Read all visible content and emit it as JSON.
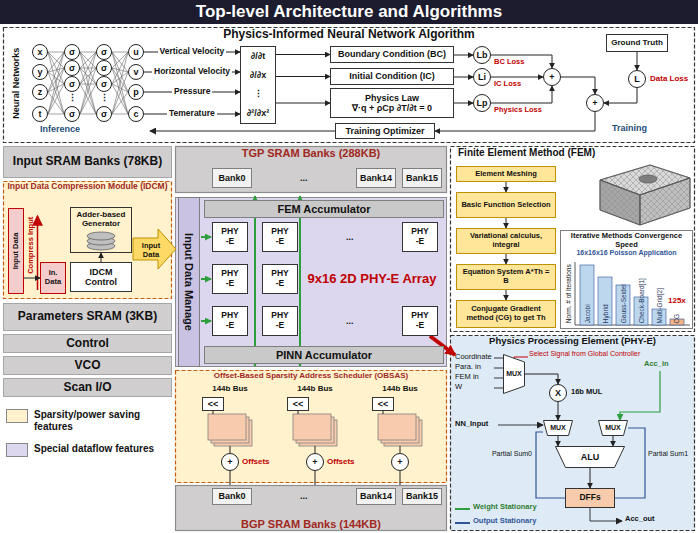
{
  "diagram": {
    "title": "Top-level Architecture and Algorithms",
    "nodes": [
      {
        "text": [
          "Physics-Informed Neural Network Algorithm"
        ]
      },
      {
        "text": [
          "x"
        ],
        "in": 0
      },
      {
        "text": [
          "y"
        ],
        "in": 0
      },
      {
        "text": [
          "z"
        ],
        "in": 0
      },
      {
        "text": [
          "t"
        ],
        "in": 0
      },
      {
        "text": [
          "σ"
        ],
        "in": 0
      },
      {
        "text": [
          "σ"
        ],
        "in": 0
      },
      {
        "text": [
          "σ"
        ],
        "in": 0
      },
      {
        "text": [
          "σ"
        ],
        "in": 0
      },
      {
        "text": [
          "σ"
        ],
        "in": 0
      },
      {
        "text": [
          "σ"
        ],
        "in": 0
      },
      {
        "text": [
          "σ"
        ],
        "in": 0
      },
      {
        "text": [
          "σ"
        ],
        "in": 0
      },
      {
        "text": [
          "u"
        ],
        "in": 0
      },
      {
        "text": [
          "v"
        ],
        "in": 0
      },
      {
        "text": [
          "p"
        ],
        "in": 0
      },
      {
        "text": [
          "c"
        ],
        "in": 0
      },
      {
        "text": [
          "∂/∂t",
          "∂/∂x",
          "⋮",
          "∂²/∂x²"
        ],
        "in": 0
      },
      {
        "text": [
          "Boundary Condition (BC)"
        ],
        "in": 0
      },
      {
        "text": [
          "Initial Condition (IC)"
        ],
        "in": 0
      },
      {
        "text": [
          "Physics Law",
          "∇·q + ρCp ∂T/∂t = 0"
        ],
        "in": 0
      },
      {
        "text": [
          "Lb"
        ],
        "in": 0
      },
      {
        "text": [
          "Li"
        ],
        "in": 0
      },
      {
        "text": [
          "Lp"
        ],
        "in": 0
      },
      {
        "text": [
          "+"
        ],
        "in": 0
      },
      {
        "text": [
          "Ground Truth"
        ],
        "in": 0
      },
      {
        "text": [
          "L"
        ],
        "in": 0
      },
      {
        "text": [
          "+"
        ],
        "in": 0
      },
      {
        "text": [
          "Training Optimizer"
        ],
        "in": 0
      },
      {
        "text": [
          "Input SRAM Banks (78KB)"
        ]
      },
      {
        "text": [
          "Input Data Compression Module (IDCM)"
        ]
      },
      {
        "text": [
          "Input Data"
        ],
        "in": 30
      },
      {
        "text": [
          "In. Data"
        ],
        "in": 30
      },
      {
        "text": [
          "Adder-based Generator"
        ],
        "in": 30
      },
      {
        "text": [
          "IDCM Control"
        ],
        "in": 30
      },
      {
        "text": [
          "Parameters SRAM (3KB)"
        ]
      },
      {
        "text": [
          "Control"
        ]
      },
      {
        "text": [
          "VCO"
        ]
      },
      {
        "text": [
          "Scan I/O"
        ]
      },
      {
        "text": [
          "TGP SRAM Banks (288KB)"
        ]
      },
      {
        "text": [
          "Bank0"
        ],
        "in": 39
      },
      {
        "text": [
          "Bank14"
        ],
        "in": 39
      },
      {
        "text": [
          "Bank15"
        ],
        "in": 39
      },
      {
        "text": [
          "Input Data Manage"
        ]
      },
      {
        "text": [
          "FEM Accumulator"
        ]
      },
      {
        "text": [
          "PHY -E"
        ]
      },
      {
        "text": [
          "PHY -E"
        ]
      },
      {
        "text": [
          "PHY -E"
        ]
      },
      {
        "text": [
          "PHY -E"
        ]
      },
      {
        "text": [
          "PHY -E"
        ]
      },
      {
        "text": [
          "PHY -E"
        ]
      },
      {
        "text": [
          "PHY -E"
        ]
      },
      {
        "text": [
          "PHY -E"
        ]
      },
      {
        "text": [
          "PINN Accumulator"
        ]
      },
      {
        "text": [
          "Offset-Based Sparsity Address Scheduler (OBSAS)"
        ]
      },
      {
        "text": [
          "<<"
        ],
        "in": 54
      },
      {
        "text": [
          "<<"
        ],
        "in": 54
      },
      {
        "text": [
          "<<"
        ],
        "in": 54
      },
      {
        "text": [
          "+"
        ],
        "in": 54
      },
      {
        "text": [
          "+"
        ],
        "in": 54
      },
      {
        "text": [
          "+"
        ],
        "in": 54
      },
      {
        "text": [
          "BGP SRAM Banks (144KB)"
        ]
      },
      {
        "text": [
          "Bank0"
        ],
        "in": 61
      },
      {
        "text": [
          "Bank14"
        ],
        "in": 61
      },
      {
        "text": [
          "Bank15"
        ],
        "in": 61
      },
      {
        "text": [
          "Finite Element Method (FEM)"
        ]
      },
      {
        "text": [
          "Element Meshing"
        ],
        "in": 65
      },
      {
        "text": [
          "Basic Function Selection"
        ],
        "in": 65
      },
      {
        "text": [
          "Variational calculus, integral"
        ],
        "in": 65
      },
      {
        "text": [
          "Equation System A*Th = B"
        ],
        "in": 65
      },
      {
        "text": [
          "Conjugate Gradient method (CG) to get Th"
        ],
        "in": 65
      },
      {
        "text": [
          "Iterative Methods Convergence Speed",
          "16x16x16 Poisson Application"
        ],
        "in": 65
      },
      {
        "text": [
          "Physics Processing Element (PHY-E)"
        ]
      },
      {
        "text": [
          "MUX"
        ],
        "in": 72
      },
      {
        "text": [
          "X"
        ],
        "in": 72
      },
      {
        "text": [
          "MUX"
        ],
        "in": 72
      },
      {
        "text": [
          "MUX"
        ],
        "in": 72
      },
      {
        "text": [
          "ALU"
        ],
        "in": 72
      },
      {
        "text": [
          "DFFs"
        ],
        "in": 72
      }
    ],
    "edges": [
      {
        "from": 1,
        "to": 5,
        "arrow": "none"
      },
      {
        "from": 1,
        "to": 6,
        "arrow": "none"
      },
      {
        "from": 1,
        "to": 7,
        "arrow": "none"
      },
      {
        "from": 1,
        "to": 8,
        "arrow": "none"
      },
      {
        "from": 2,
        "to": 5,
        "arrow": "none"
      },
      {
        "from": 2,
        "to": 6,
        "arrow": "none"
      },
      {
        "from": 2,
        "to": 7,
        "arrow": "none"
      },
      {
        "from": 2,
        "to": 8,
        "arrow": "none"
      },
      {
        "from": 3,
        "to": 5,
        "arrow": "none"
      },
      {
        "from": 3,
        "to": 6,
        "arrow": "none"
      },
      {
        "from": 3,
        "to": 7,
        "arrow": "none"
      },
      {
        "from": 3,
        "to": 8,
        "arrow": "none"
      },
      {
        "from": 4,
        "to": 5,
        "arrow": "none"
      },
      {
        "from": 4,
        "to": 6,
        "arrow": "none"
      },
      {
        "from": 4,
        "to": 7,
        "arrow": "none"
      },
      {
        "from": 4,
        "to": 8,
        "arrow": "none"
      },
      {
        "from": 5,
        "to": 9,
        "arrow": "none"
      },
      {
        "from": 5,
        "to": 10,
        "arrow": "none"
      },
      {
        "from": 5,
        "to": 11,
        "arrow": "none"
      },
      {
        "from": 5,
        "to": 12,
        "arrow": "none"
      },
      {
        "from": 6,
        "to": 9,
        "arrow": "none"
      },
      {
        "from": 6,
        "to": 10,
        "arrow": "none"
      },
      {
        "from": 6,
        "to": 11,
        "arrow": "none"
      },
      {
        "from": 6,
        "to": 12,
        "arrow": "none"
      },
      {
        "from": 7,
        "to": 9,
        "arrow": "none"
      },
      {
        "from": 7,
        "to": 10,
        "arrow": "none"
      },
      {
        "from": 7,
        "to": 11,
        "arrow": "none"
      },
      {
        "from": 7,
        "to": 12,
        "arrow": "none"
      },
      {
        "from": 8,
        "to": 9,
        "arrow": "none"
      },
      {
        "from": 8,
        "to": 10,
        "arrow": "none"
      },
      {
        "from": 8,
        "to": 11,
        "arrow": "none"
      },
      {
        "from": 8,
        "to": 12,
        "arrow": "none"
      },
      {
        "from": 9,
        "to": 13,
        "arrow": "none"
      },
      {
        "from": 9,
        "to": 14,
        "arrow": "none"
      },
      {
        "from": 9,
        "to": 15,
        "arrow": "none"
      },
      {
        "from": 9,
        "to": 16,
        "arrow": "none"
      },
      {
        "from": 10,
        "to": 13,
        "arrow": "none"
      },
      {
        "from": 10,
        "to": 14,
        "arrow": "none"
      },
      {
        "from": 10,
        "to": 15,
        "arrow": "none"
      },
      {
        "from": 10,
        "to": 16,
        "arrow": "none"
      },
      {
        "from": 11,
        "to": 13,
        "arrow": "none"
      },
      {
        "from": 11,
        "to": 14,
        "arrow": "none"
      },
      {
        "from": 11,
        "to": 15,
        "arrow": "none"
      },
      {
        "from": 11,
        "to": 16,
        "arrow": "none"
      },
      {
        "from": 12,
        "to": 13,
        "arrow": "none"
      },
      {
        "from": 12,
        "to": 14,
        "arrow": "none"
      },
      {
        "from": 12,
        "to": 15,
        "arrow": "none"
      },
      {
        "from": 12,
        "to": 16,
        "arrow": "none"
      },
      {
        "from": 13,
        "to": 17,
        "label": "Vertical Velocity",
        "arrow": "to"
      },
      {
        "from": 14,
        "to": 17,
        "label": "Horizontal Velocity",
        "arrow": "to"
      },
      {
        "from": 15,
        "to": 17,
        "label": "Pressure",
        "arrow": "to"
      },
      {
        "from": 16,
        "to": 17,
        "label": "Temerature",
        "arrow": "to"
      },
      {
        "from": 17,
        "to": 18,
        "arrow": "to"
      },
      {
        "from": 17,
        "to": 19,
        "arrow": "to"
      },
      {
        "from": 17,
        "to": 20,
        "arrow": "to"
      },
      {
        "from": 18,
        "to": 21,
        "arrow": "to"
      },
      {
        "from": 19,
        "to": 22,
        "arrow": "to"
      },
      {
        "from": 20,
        "to": 23,
        "arrow": "to"
      },
      {
        "from": 21,
        "to": 24,
        "arrow": "to"
      },
      {
        "from": 22,
        "to": 24,
        "arrow": "to"
      },
      {
        "from": 23,
        "to": 24,
        "arrow": "to"
      },
      {
        "from": 25,
        "to": 26,
        "arrow": "to"
      },
      {
        "from": 24,
        "to": 27,
        "arrow": "to"
      },
      {
        "from": 26,
        "to": 27,
        "arrow": "to"
      },
      {
        "from": 27,
        "to": 28,
        "arrow": "to"
      },
      {
        "from": 31,
        "to": 32,
        "arrow": "to"
      },
      {
        "from": 34,
        "to": 33,
        "arrow": "to"
      },
      {
        "from": 66,
        "to": 67,
        "arrow": "to"
      },
      {
        "from": 67,
        "to": 68,
        "arrow": "to"
      },
      {
        "from": 68,
        "to": 69,
        "arrow": "to"
      },
      {
        "from": 69,
        "to": 70,
        "arrow": "to"
      },
      {
        "from": 73,
        "to": 74,
        "arrow": "to"
      },
      {
        "from": 74,
        "to": 75,
        "arrow": "to"
      },
      {
        "from": 75,
        "to": 77,
        "arrow": "to"
      },
      {
        "from": 76,
        "to": 77,
        "arrow": "to"
      },
      {
        "from": 77,
        "to": 78,
        "arrow": "to"
      }
    ],
    "labels": [
      "Neural Networks",
      "⋮",
      "⋮",
      "Inference",
      "BC Loss",
      "IC Loss",
      "Physics Loss",
      "Data Loss",
      "Training",
      "Compress Input",
      "Input Data",
      "...",
      "9x16 2D PHY-E Array",
      "...",
      "...",
      "144b Bus",
      "144b Bus",
      "144b Bus",
      "Offsets",
      "Offsets",
      "...",
      "Norm. # of Iterations",
      "Jacobi",
      "Hybrid",
      "Gauss-Seidel",
      "Check-Board[1]",
      "Multi-Grid[2]",
      "CG",
      "125x",
      "Coordinate",
      "Para. in",
      "FEM in",
      "W",
      "Select Signal from Global Controller",
      "Acc_in",
      "16b MUL",
      "NN_Input",
      "Partial Sum1",
      "Partial Sum0",
      "Acc_out"
    ],
    "legend": [
      {
        "text": "Sparsity/power saving features",
        "color": "#fff2cc"
      },
      {
        "text": "Special dataflow features",
        "color": "#dcd6ee"
      },
      {
        "text": "Weight Stationary"
      },
      {
        "text": "Output Stationary"
      }
    ]
  }
}
